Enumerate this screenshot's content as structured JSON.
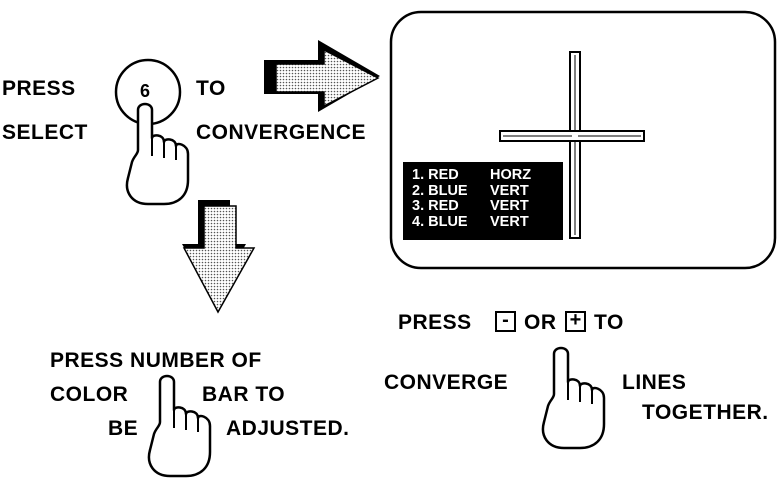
{
  "step1": {
    "press_label": "PRESS",
    "select_label": "SELECT",
    "button_number": "6",
    "to_label": "TO",
    "convergence_label": "CONVERGENCE"
  },
  "screen": {
    "menu_items": [
      {
        "num": "1.",
        "color": "RED",
        "dir": "HORZ"
      },
      {
        "num": "2.",
        "color": "BLUE",
        "dir": "VERT"
      },
      {
        "num": "3.",
        "color": "RED",
        "dir": "VERT"
      },
      {
        "num": "4.",
        "color": "BLUE",
        "dir": "VERT"
      }
    ]
  },
  "step2": {
    "line1": "PRESS NUMBER OF",
    "color_label": "COLOR",
    "bar_to_label": "BAR TO",
    "be_label": "BE",
    "adjusted_label": "ADJUSTED."
  },
  "step3": {
    "press_label": "PRESS",
    "minus_key": "-",
    "or_label": "OR",
    "plus_key": "+",
    "to_label": "TO",
    "converge_label": "CONVERGE",
    "lines_label": "LINES",
    "together_label": "TOGETHER."
  }
}
